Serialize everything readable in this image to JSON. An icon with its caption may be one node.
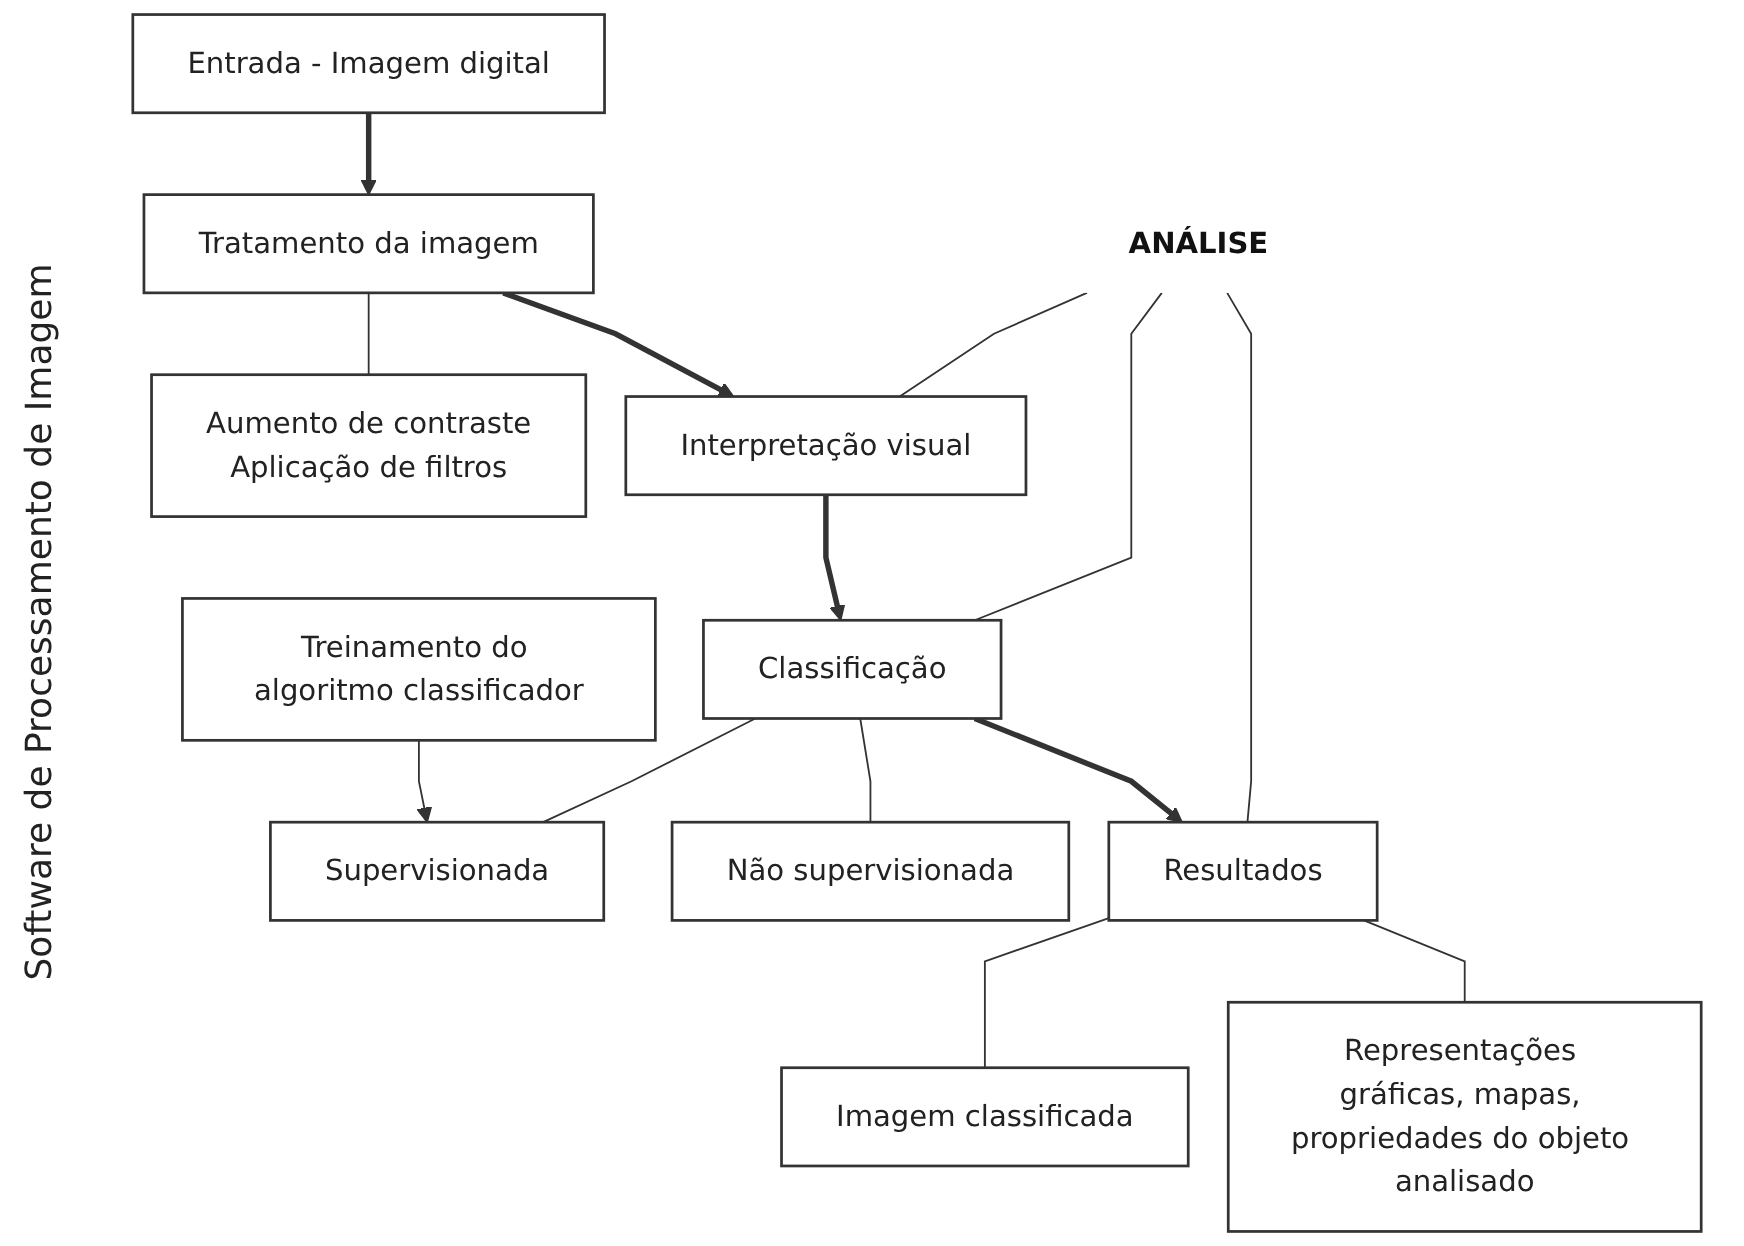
{
  "diagram": {
    "nodes": [
      {
        "text": [
          "Entrada - Imagem digital"
        ]
      },
      {
        "text": [
          "Tratamento da imagem"
        ]
      },
      {
        "text": [
          "Aumento de contraste",
          "Aplicação de filtros"
        ]
      },
      {
        "text": [
          "Interpretação visual"
        ]
      },
      {
        "text": [
          "Treinamento do algoritmo classificador"
        ]
      },
      {
        "text": [
          "Classificação"
        ]
      },
      {
        "text": [
          "Supervisionada"
        ]
      },
      {
        "text": [
          "Não supervisionada"
        ]
      },
      {
        "text": [
          "Resultados"
        ]
      },
      {
        "text": [
          "Imagem classificada"
        ]
      },
      {
        "text": [
          "Representações gráficas, mapas, propriedades do objeto analisado"
        ]
      },
      {
        "text": [
          "ANÁLISE"
        ]
      }
    ],
    "edges": [
      {
        "from": 0,
        "to": 1,
        "arrow": "to",
        "style": "thick"
      },
      {
        "from": 1,
        "to": 2,
        "arrow": "none"
      },
      {
        "from": 1,
        "to": 3,
        "arrow": "to",
        "style": "thick"
      },
      {
        "from": 4,
        "to": 6,
        "arrow": "to"
      },
      {
        "from": 3,
        "to": 5,
        "arrow": "to",
        "style": "thick"
      },
      {
        "from": 5,
        "to": 6,
        "arrow": "none"
      },
      {
        "from": 5,
        "to": 7,
        "arrow": "none"
      },
      {
        "from": 5,
        "to": 8,
        "arrow": "to",
        "style": "thick"
      },
      {
        "from": 8,
        "to": 9,
        "arrow": "none"
      },
      {
        "from": 8,
        "to": 10,
        "arrow": "none"
      },
      {
        "from": 11,
        "to": 3,
        "arrow": "none"
      },
      {
        "from": 11,
        "to": 5,
        "arrow": "none"
      },
      {
        "from": 11,
        "to": 8,
        "arrow": "none"
      }
    ],
    "labels": [
      "Software de Processamento de Imagem"
    ]
  }
}
